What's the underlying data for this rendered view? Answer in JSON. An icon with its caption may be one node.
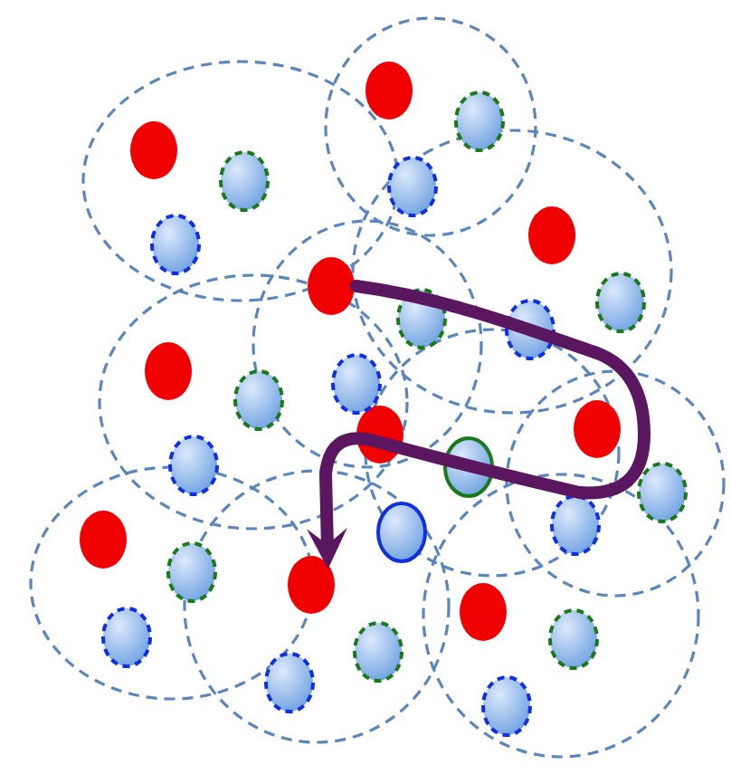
{
  "diagram": {
    "nodes": [
      {
        "text": [],
        "shape": "circle"
      },
      {
        "text": [],
        "shape": "circle"
      }
    ],
    "edges": [
      {
        "from": 0,
        "to": 1,
        "arrow": "to",
        "color": "#5b1660"
      }
    ]
  }
}
